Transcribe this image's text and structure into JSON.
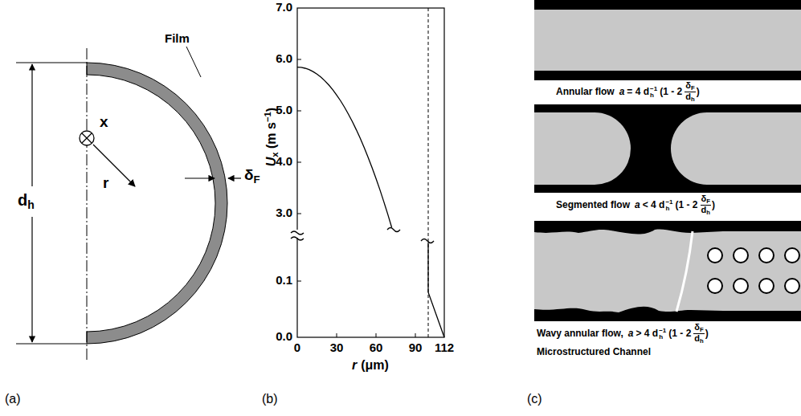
{
  "diagram": {
    "labels": [
      "d",
      "h",
      "Film",
      "δ",
      "F",
      "x",
      "r",
      "(a)",
      "7.0",
      "6.0",
      "5.0",
      "4.0",
      "3.0",
      "0.1",
      "0.0",
      "U",
      "x",
      "(m s",
      "−1",
      ")",
      "0",
      "30",
      "60",
      "90",
      "112",
      "r",
      "(μm)",
      "(b)",
      "Annular flow",
      "a",
      "= 4 d",
      "h",
      "−1",
      "(1 - 2",
      "δ",
      "F",
      "d",
      "h",
      ")",
      "Segmented flow",
      "a",
      "< 4 d",
      "h",
      "−1",
      "(1 - 2",
      "δ",
      "F",
      "d",
      "h",
      ")",
      "Wavy annular flow,",
      "a",
      "> 4 d",
      "h",
      "−1",
      "(1 - 2",
      "δ",
      "F",
      "d",
      "h",
      ")",
      "Microstructured Channel",
      "(c)"
    ]
  }
}
